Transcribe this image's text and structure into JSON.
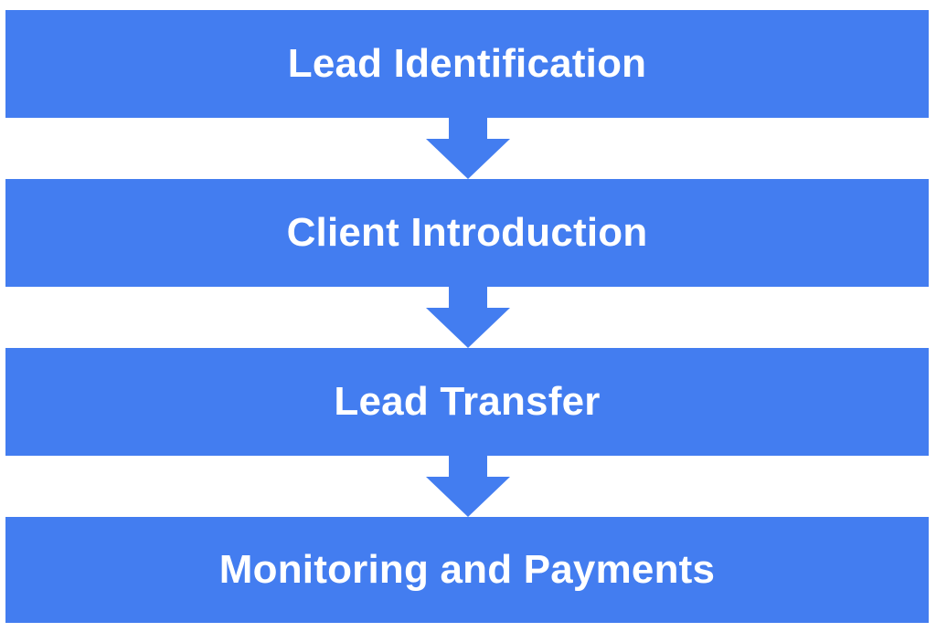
{
  "flowchart": {
    "steps": [
      {
        "label": "Lead Identification"
      },
      {
        "label": "Client Introduction"
      },
      {
        "label": "Lead Transfer"
      },
      {
        "label": "Monitoring and Payments"
      }
    ],
    "connector_icon": "down-arrow-icon",
    "colors": {
      "box_fill": "#437df0",
      "arrow_fill": "#437df0",
      "text": "#ffffff",
      "background": "#ffffff"
    }
  }
}
